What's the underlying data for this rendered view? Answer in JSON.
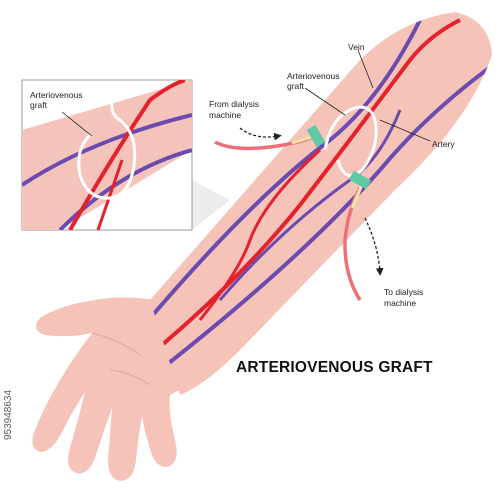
{
  "title": "ARTERIOVENOUS GRAFT",
  "labels": {
    "inset_graft_line1": "Arteriovenous",
    "inset_graft_line2": "graft",
    "vein": "Vein",
    "graft_line1": "Arteriovenous",
    "graft_line2": "graft",
    "artery": "Artery",
    "from_line1": "From dialysis",
    "from_line2": "machine",
    "to_line1": "To dialysis",
    "to_line2": "machine"
  },
  "watermark": "953948634",
  "colors": {
    "skin": "#f6c3b8",
    "skin_dark": "#eaa99e",
    "artery": "#e5212b",
    "vein": "#6b4bb0",
    "graft": "#ffffff",
    "tube": "#ef6f78",
    "clamp": "#5fc8a5",
    "inset_bg": "#f4c4bb"
  }
}
